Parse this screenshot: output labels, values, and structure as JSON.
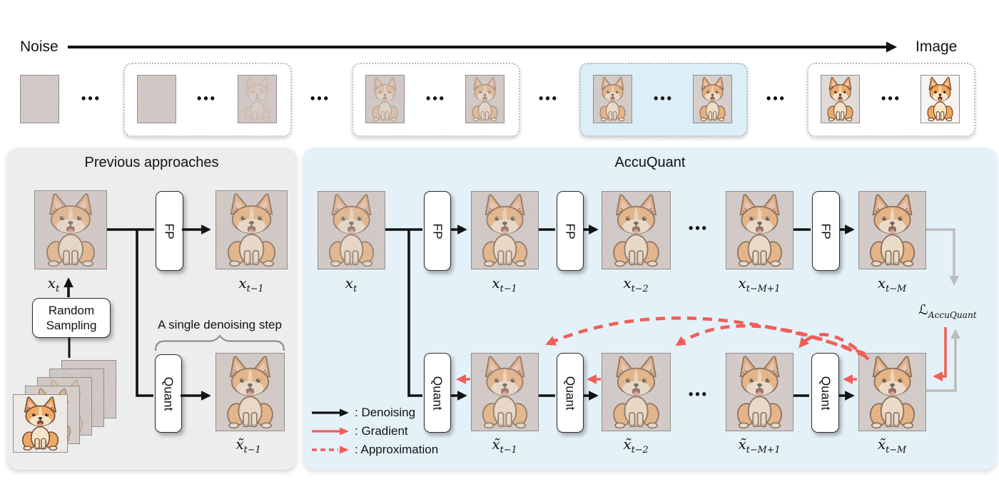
{
  "header": {
    "noise_label": "Noise",
    "image_label": "Image",
    "dots": "•••"
  },
  "top_row": {
    "standalone": {
      "bg": "#c8bdba",
      "corgi": 0,
      "noise": 1
    },
    "groups": [
      {
        "highlight": false,
        "tiles": [
          {
            "bg": "#cac0bd",
            "corgi": 0.15,
            "noise": 0.9
          },
          {
            "bg": "#ccc3c0",
            "corgi": 0.5,
            "noise": 0.75
          }
        ]
      },
      {
        "highlight": false,
        "tiles": [
          {
            "bg": "#cfc6c3",
            "corgi": 0.72,
            "noise": 0.6
          },
          {
            "bg": "#d1c9c6",
            "corgi": 0.85,
            "noise": 0.5
          }
        ]
      },
      {
        "highlight": true,
        "tiles": [
          {
            "bg": "#d4ccc9",
            "corgi": 0.92,
            "noise": 0.38
          },
          {
            "bg": "#d7d0cd",
            "corgi": 0.96,
            "noise": 0.28
          }
        ]
      },
      {
        "highlight": false,
        "tiles": [
          {
            "bg": "#e3dedb",
            "corgi": 1,
            "noise": 0.14
          },
          {
            "bg": "#f7f5f2",
            "corgi": 1,
            "noise": 0
          }
        ]
      }
    ]
  },
  "previous": {
    "title": "Previous approaches",
    "fp_label": "FP",
    "quant_label": "Quant",
    "random_line1": "Random",
    "random_line2": "Sampling",
    "single_step_label": "A single denoising step",
    "labels": {
      "x_t": {
        "base": "x",
        "sub": "t"
      },
      "x_t1": {
        "base": "x",
        "sub": "t−1"
      },
      "x_t1_q": {
        "base": "x̃",
        "sub": "t−1"
      }
    },
    "x_t_tile": {
      "bg": "#d0c8c5",
      "corgi": 0.97,
      "noise": 0.5
    },
    "x_t1_tile": {
      "bg": "#d0c8c5",
      "corgi": 0.97,
      "noise": 0.46
    },
    "x_t1_q_tile": {
      "bg": "#d2cac7",
      "corgi": 0.97,
      "noise": 0.42
    },
    "stack": [
      {
        "bg": "#c8bdba",
        "corgi": 0,
        "noise": 1
      },
      {
        "bg": "#cbc1bd",
        "corgi": 0.3,
        "noise": 0.8
      },
      {
        "bg": "#d0c8c4",
        "corgi": 0.55,
        "noise": 0.6
      },
      {
        "bg": "#d8d1cd",
        "corgi": 0.8,
        "noise": 0.4
      },
      {
        "bg": "#f0ede9",
        "corgi": 1,
        "noise": 0.08
      }
    ]
  },
  "accuquant": {
    "title": "AccuQuant",
    "fp_label": "FP",
    "quant_label": "Quant",
    "loss": {
      "base": "ℒ",
      "sub": "AccuQuant"
    },
    "top_labels": [
      {
        "base": "x",
        "sub": "t"
      },
      {
        "base": "x",
        "sub": "t−1"
      },
      {
        "base": "x",
        "sub": "t−2"
      },
      {
        "base": "x",
        "sub": "t−M+1"
      },
      {
        "base": "x",
        "sub": "t−M"
      }
    ],
    "bottom_labels": [
      {
        "base": "x̃",
        "sub": "t−1"
      },
      {
        "base": "x̃",
        "sub": "t−2"
      },
      {
        "base": "x̃",
        "sub": "t−M+1"
      },
      {
        "base": "x̃",
        "sub": "t−M"
      }
    ],
    "top_tiles": [
      {
        "bg": "#d0c8c5",
        "corgi": 0.97,
        "noise": 0.5
      },
      {
        "bg": "#d0c9c6",
        "corgi": 0.97,
        "noise": 0.46
      },
      {
        "bg": "#d1cac7",
        "corgi": 0.97,
        "noise": 0.43
      },
      {
        "bg": "#d2cbc8",
        "corgi": 0.97,
        "noise": 0.4
      },
      {
        "bg": "#d3ccc9",
        "corgi": 0.97,
        "noise": 0.37
      }
    ],
    "bottom_tiles": [
      {
        "bg": "#d2cac7",
        "corgi": 0.97,
        "noise": 0.46
      },
      {
        "bg": "#d2cbc8",
        "corgi": 0.97,
        "noise": 0.43
      },
      {
        "bg": "#d3ccc9",
        "corgi": 0.97,
        "noise": 0.4
      },
      {
        "bg": "#d4cdca",
        "corgi": 0.97,
        "noise": 0.37
      }
    ]
  },
  "legend": {
    "items": [
      {
        "style": "denoising",
        "label": ": Denoising"
      },
      {
        "style": "gradient",
        "label": ": Gradient"
      },
      {
        "style": "approximation",
        "label": ": Approximation"
      }
    ]
  },
  "colors": {
    "red": "#f15e59",
    "black": "#121212",
    "gray_arrow": "#bdbdbd",
    "panel_gray": "#ededed",
    "panel_blue": "#e4f1f9",
    "group_highlight": "#dceef8"
  }
}
